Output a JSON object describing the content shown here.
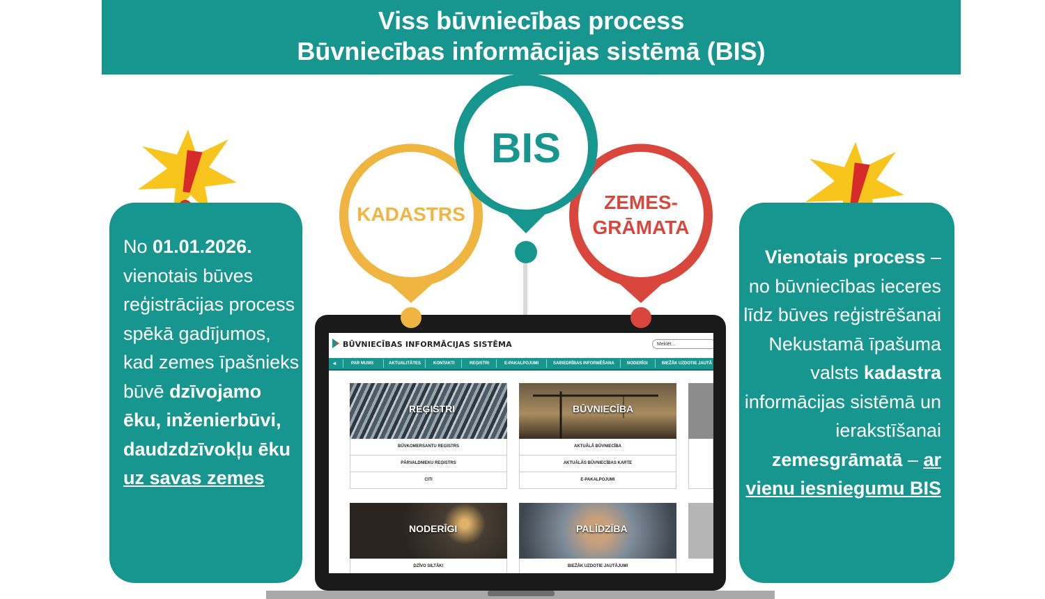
{
  "banner": {
    "line1": "Viss būvniecības process",
    "line2": "Būvniecības informācijas sistēmā (BIS)"
  },
  "colors": {
    "teal": "#17968f",
    "yellow": "#f0b440",
    "red": "#d9473c",
    "gray": "#d9d9d9"
  },
  "pins": {
    "bis": "BIS",
    "kadastrs": "KADASTRS",
    "zemes_line1": "ZEMES-",
    "zemes_line2": "GRĀMATA"
  },
  "left_panel": {
    "p1": "No ",
    "date": "01.01.2026.",
    "p2": " vienotais būves reģistrācijas process spēkā gadījumos, kad zemes īpašnieks būvē ",
    "bold1": "dzīvojamo ēku, inženierbūvi, daudzdzīvokļu ēku",
    "p3": " ",
    "underlined": "uz savas zemes"
  },
  "right_panel": {
    "bold1": "Vienotais process",
    "p1": " – no būvniecības ieceres līdz būves reģistrēšanai Nekustamā īpašuma valsts ",
    "bold2": "kadastra",
    "p2": " informācijas sistēmā un ierakstīšanai ",
    "bold3": "zemesgrāmatā",
    "p3": " – ",
    "underlined": "ar vienu iesniegumu BIS"
  },
  "icons": {
    "warning_left": "exclamation-burst-icon",
    "warning_right": "exclamation-burst-icon",
    "logo": "bis-logo-icon"
  },
  "website": {
    "title": "BŪVNIECĪBAS INFORMĀCIJAS SISTĒMA",
    "search_placeholder": "Meklēt...",
    "nav": [
      "PAR MUMS",
      "AKTUALITĀTES",
      "KONTAKTI",
      "REĢISTRI",
      "E-PAKALPOJUMI",
      "SABIEDRĪBAS INFORMĒŠANA",
      "NODERĪGI",
      "BIEŽĀK UZDOTIE JAUTĀ"
    ],
    "cards": [
      {
        "title": "REĢISTRI",
        "links": [
          "BŪVKOMERSANTU REĢISTRS",
          "PĀRVALDNIEKU REĢISTRS",
          "CITI"
        ]
      },
      {
        "title": "BŪVNIECĪBA",
        "links": [
          "AKTUĀLĀ BŪVNIECĪBA",
          "AKTUĀLĀS BŪVNIECĪBAS KARTE",
          "E-PAKALPOJUMI"
        ]
      },
      {
        "title": "NODERĪGI",
        "links": [
          "DZĪVO SILTĀK!"
        ]
      },
      {
        "title": "PALĪDZĪBA",
        "links": [
          "BIEŽĀK UZDOTIE JAUTĀJUMI"
        ]
      }
    ]
  }
}
